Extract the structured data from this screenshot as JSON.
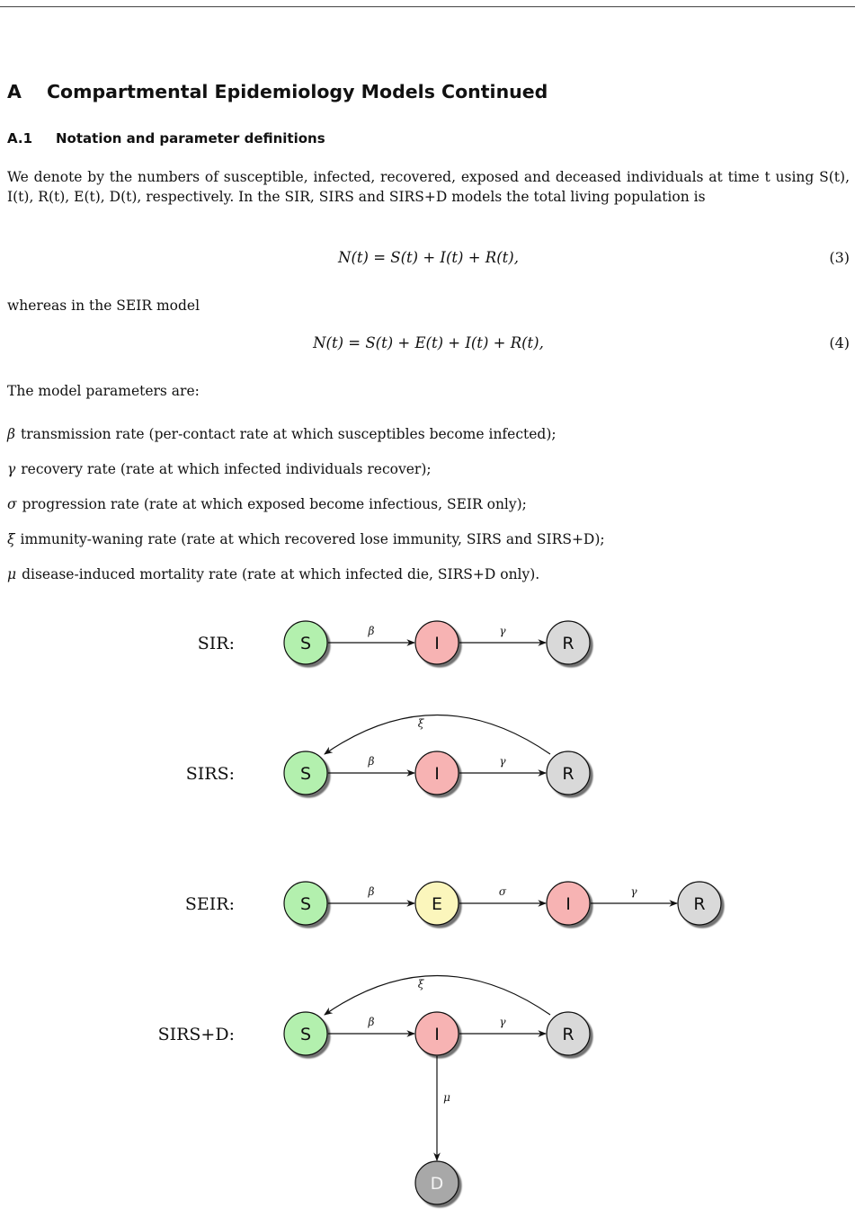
{
  "section": {
    "number": "A",
    "title": "Compartmental Epidemiology Models Continued"
  },
  "subsection": {
    "number": "A.1",
    "title": "Notation and parameter definitions"
  },
  "paragraphs": {
    "intro": "We denote by the numbers of susceptible, infected, recovered, exposed and deceased individuals at time t using S(t), I(t), R(t), E(t), D(t), respectively. In the SIR, SIRS and SIRS+D models the total living population is",
    "seir_note": "whereas in the SEIR model",
    "params_intro": "The model parameters are:"
  },
  "equations": [
    {
      "text": "N(t) = S(t) + I(t) + R(t),",
      "tag": "(3)"
    },
    {
      "text": "N(t) = S(t) + E(t) + I(t) + R(t),",
      "tag": "(4)"
    }
  ],
  "parameters": [
    {
      "symbol": "β",
      "desc": "transmission rate (per-contact rate at which susceptibles become infected);"
    },
    {
      "symbol": "γ",
      "desc": "recovery rate (rate at which infected individuals recover);"
    },
    {
      "symbol": "σ",
      "desc": "progression rate (rate at which exposed become infectious, SEIR only);"
    },
    {
      "symbol": "ξ",
      "desc": "immunity-waning rate (rate at which recovered lose immunity, SIRS and SIRS+D);"
    },
    {
      "symbol": "μ",
      "desc": "disease-induced mortality rate (rate at which infected die, SIRS+D only)."
    }
  ],
  "colors": {
    "S": "#b3f0ae",
    "I": "#f7b3b3",
    "R": "#d9d9d9",
    "E": "#fbf6bc",
    "D": "#a8a8a8"
  },
  "models": {
    "sir": {
      "label": "SIR:",
      "nodes": {
        "S": "S",
        "I": "I",
        "R": "R"
      },
      "rates": {
        "beta": "β",
        "gamma": "γ"
      }
    },
    "sirs": {
      "label": "SIRS:",
      "nodes": {
        "S": "S",
        "I": "I",
        "R": "R"
      },
      "rates": {
        "beta": "β",
        "gamma": "γ",
        "xi": "ξ"
      }
    },
    "seir": {
      "label": "SEIR:",
      "nodes": {
        "S": "S",
        "E": "E",
        "I": "I",
        "R": "R"
      },
      "rates": {
        "beta": "β",
        "sigma": "σ",
        "gamma": "γ"
      }
    },
    "sirsd": {
      "label": "SIRS+D:",
      "nodes": {
        "S": "S",
        "I": "I",
        "R": "R",
        "D": "D"
      },
      "rates": {
        "beta": "β",
        "gamma": "γ",
        "xi": "ξ",
        "mu": "μ"
      }
    }
  }
}
